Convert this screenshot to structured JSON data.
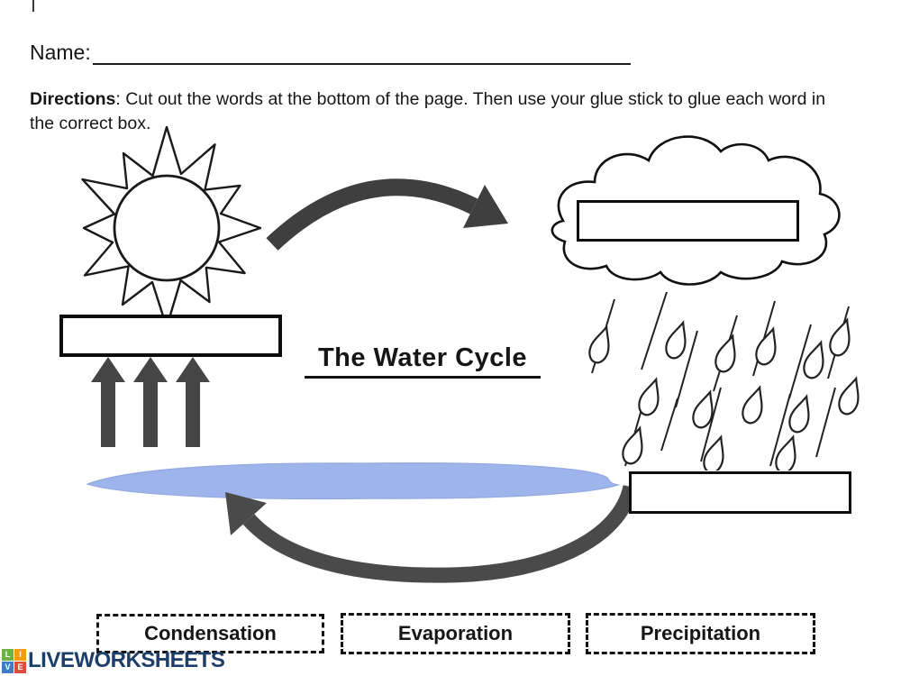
{
  "header": {
    "name_label": "Name:",
    "directions_label": "Directions",
    "directions_text": ": Cut out the words at the bottom of the page. Then use your glue stick to glue each word in the correct box."
  },
  "title": "The Water Cycle",
  "answer_boxes": {
    "cloud_box_value": "",
    "sun_box_value": "",
    "water_box_value": ""
  },
  "word_bank": [
    {
      "label": "Condensation"
    },
    {
      "label": "Evaporation"
    },
    {
      "label": "Precipitation"
    }
  ],
  "diagram_icons": [
    "sun-icon",
    "cloud-icon",
    "rain-icon",
    "water-body-icon",
    "evaporation-arrows-icon",
    "cycle-arrow-top-icon",
    "cycle-arrow-bottom-icon"
  ],
  "logo": {
    "text": "LIVEWORKSHEETS",
    "tiles": [
      {
        "letter": "L",
        "color": "#6cb33f"
      },
      {
        "letter": "I",
        "color": "#f39c12"
      },
      {
        "letter": "V",
        "color": "#3b7dc8"
      },
      {
        "letter": "E",
        "color": "#e04b3a"
      }
    ]
  },
  "colors": {
    "water_fill": "#9db5eb",
    "arrow_gray": "#454545",
    "logo_text": "#1c3e6b",
    "outline_black": "#1a1a1a"
  }
}
